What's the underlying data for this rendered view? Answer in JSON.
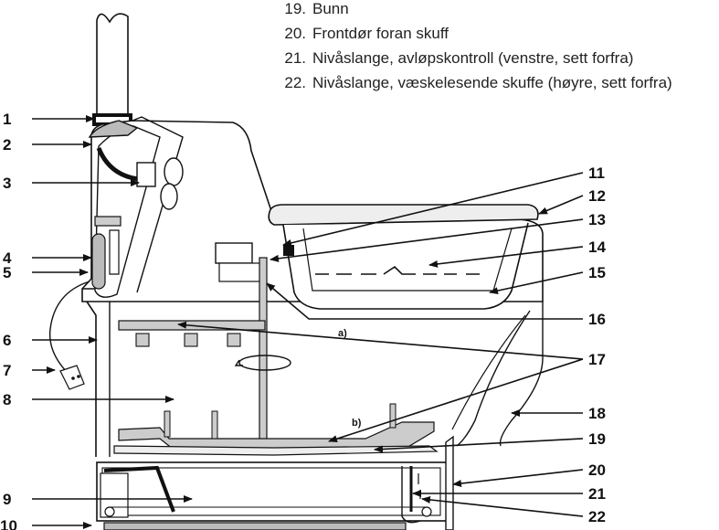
{
  "legend": [
    {
      "num": "19.",
      "text": "Bunn"
    },
    {
      "num": "20.",
      "text": "Frontdør foran skuff"
    },
    {
      "num": "21.",
      "text": "Nivåslange, avløpskontroll (venstre, sett forfra)"
    },
    {
      "num": "22.",
      "text": "Nivåslange, væskelesende skuffe (høyre, sett forfra)"
    }
  ],
  "callouts_left": [
    "1",
    "2",
    "3",
    "4",
    "5",
    "6",
    "7",
    "8",
    "9",
    "10"
  ],
  "callouts_right": [
    "11",
    "12",
    "13",
    "14",
    "15",
    "16",
    "17",
    "18",
    "19",
    "20",
    "21",
    "22"
  ],
  "sublabels": {
    "a": "a)",
    "b": "b)"
  }
}
